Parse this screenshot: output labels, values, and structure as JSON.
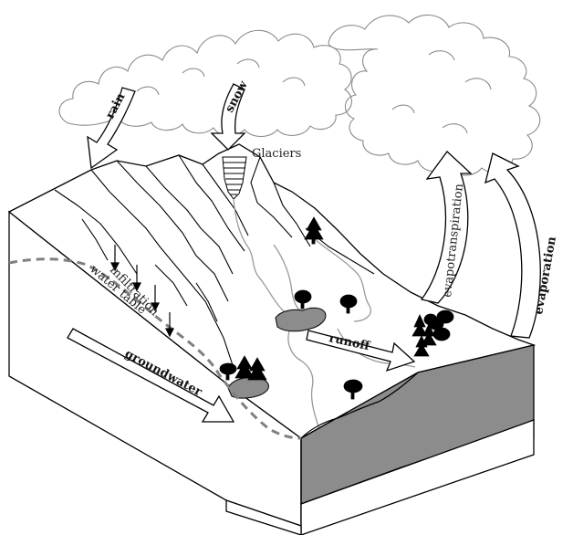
{
  "labels": {
    "rain": "rain",
    "snow": "snow",
    "glaciers": "Glaciers",
    "infiltration": "infiltration",
    "water_table": "water table",
    "groundwater": "groundwater",
    "runoff": "runoff",
    "evapotranspiration": "evapotranspiration",
    "evaporation": "evaporation"
  },
  "colors": {
    "outline": "#000000",
    "sea": "#8c8c8c",
    "lake": "#8c8c8c",
    "water_table_line": "#808080",
    "streams": "#999999",
    "clouds": "#8a8a8a",
    "background": "#ffffff"
  }
}
